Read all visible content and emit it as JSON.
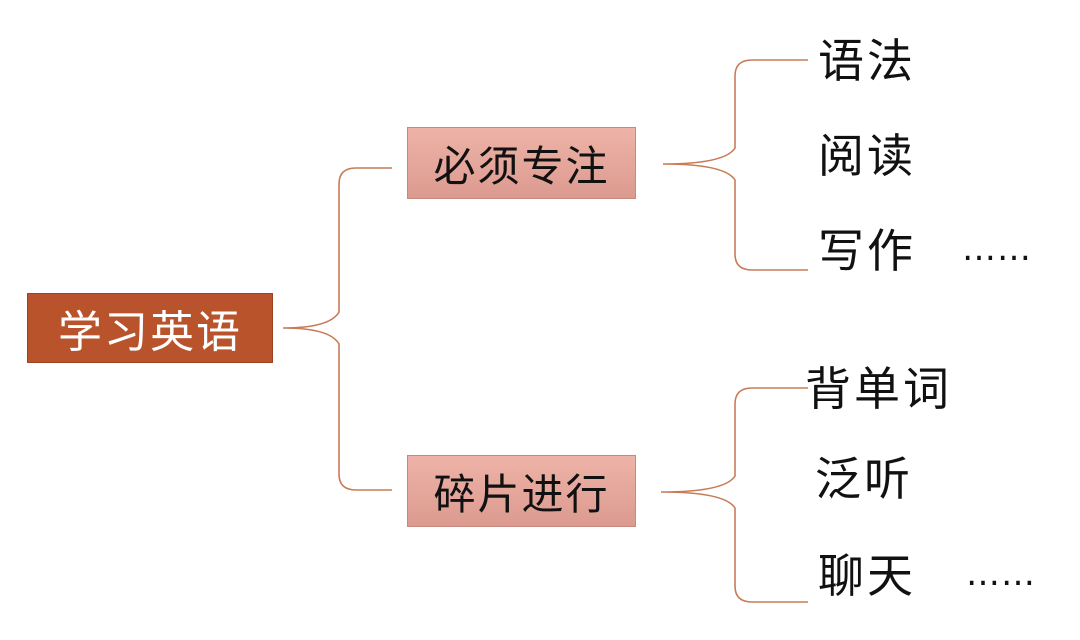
{
  "colors": {
    "root_fill": "#b9532b",
    "branch_fill": "#e5a79c",
    "connector": "#c97b57"
  },
  "root": {
    "label": "学习英语"
  },
  "branches": [
    {
      "label": "必须专注",
      "leaves": [
        {
          "label": "语法"
        },
        {
          "label": "阅读"
        },
        {
          "label": "写作"
        }
      ],
      "ellipsis": "……"
    },
    {
      "label": "碎片进行",
      "leaves": [
        {
          "label": "背单词"
        },
        {
          "label": "泛听"
        },
        {
          "label": "聊天"
        }
      ],
      "ellipsis": "……"
    }
  ]
}
